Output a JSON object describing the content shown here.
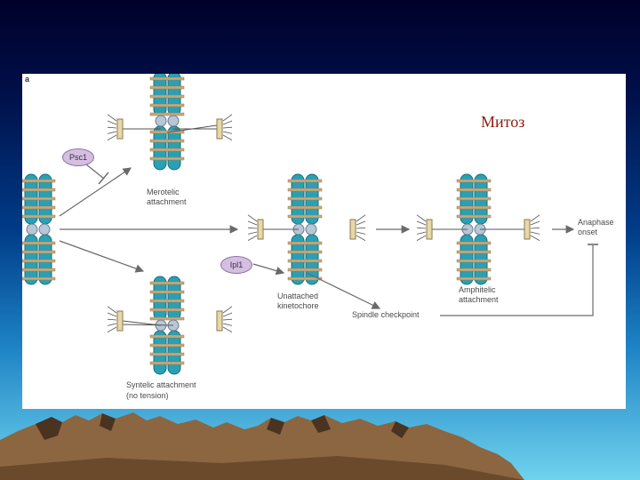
{
  "slide": {
    "title": "Митоз"
  },
  "figure": {
    "panel_letter": "a",
    "labels": {
      "psc1": "Psc1",
      "ipl1": "Ipl1",
      "merotelic_line1": "Merotelic",
      "merotelic_line2": "attachment",
      "syntelic_line1": "Syntelic attachment",
      "syntelic_line2": "(no tension)",
      "unattached_line1": "Unattached",
      "unattached_line2": "kinetochore",
      "amphitelic_line1": "Amphitelic",
      "amphitelic_line2": "attachment",
      "spindle_checkpoint": "Spindle checkpoint",
      "anaphase_line1": "Anaphase",
      "anaphase_line2": "onset"
    },
    "colors": {
      "chromatid": "#2aa0b4",
      "cohesin": "#c9a878",
      "kinetochore": "#b8c7d6",
      "spindle_pole": "#e8d8a8",
      "arrow": "#6a6a6a"
    }
  }
}
